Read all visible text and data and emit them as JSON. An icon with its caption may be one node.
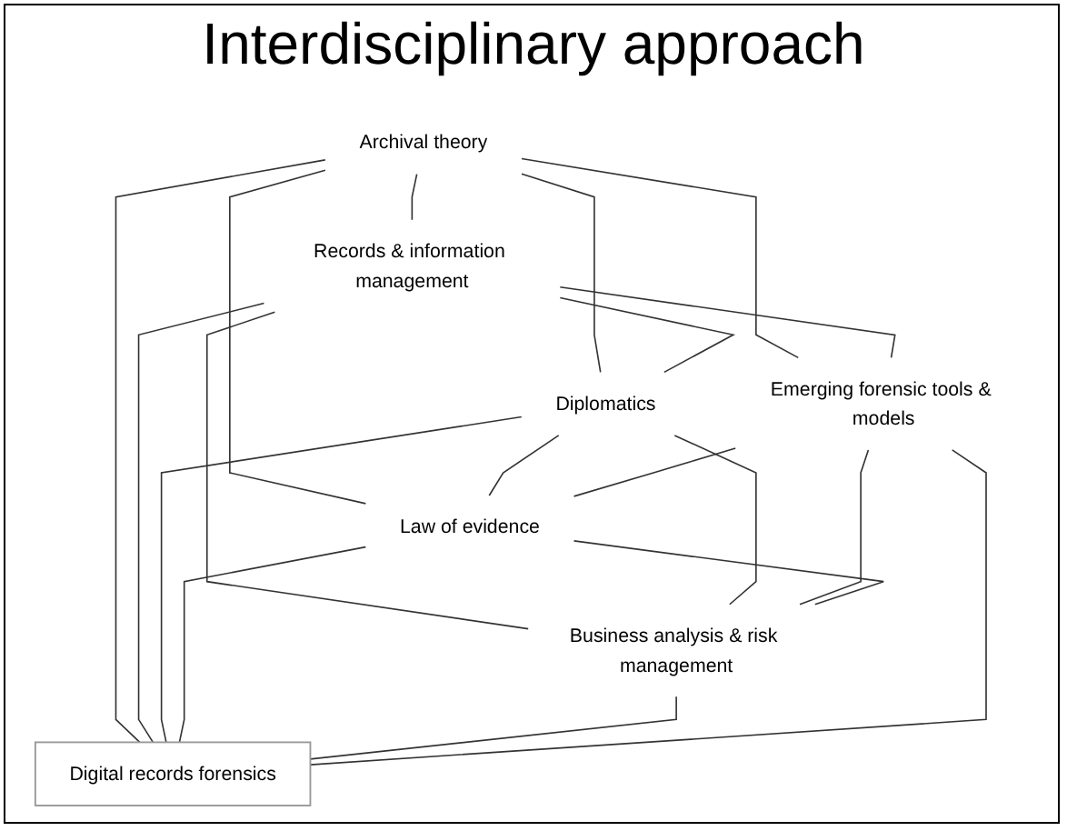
{
  "diagram": {
    "title": "Interdisciplinary approach",
    "nodes": [
      {
        "text": [
          "Archival theory"
        ]
      },
      {
        "text": [
          "Records & information management"
        ]
      },
      {
        "text": [
          "Diplomatics"
        ]
      },
      {
        "text": [
          "Digital records forensics"
        ]
      },
      {
        "text": [
          "Emerging forensic tools & models"
        ]
      },
      {
        "text": [
          "Law of evidence"
        ]
      },
      {
        "text": [
          "Business analysis & risk management"
        ]
      }
    ],
    "edges": [
      {
        "from": 0,
        "to": 1,
        "arrow": "none"
      },
      {
        "from": 0,
        "to": 2,
        "arrow": "none"
      },
      {
        "from": 0,
        "to": 5,
        "arrow": "none"
      },
      {
        "from": 0,
        "to": 4,
        "arrow": "none"
      },
      {
        "from": 0,
        "to": 3,
        "arrow": "none"
      },
      {
        "from": 1,
        "to": 4,
        "arrow": "none"
      },
      {
        "from": 1,
        "to": 2,
        "arrow": "none"
      },
      {
        "from": 1,
        "to": 6,
        "arrow": "none"
      },
      {
        "from": 1,
        "to": 3,
        "arrow": "none"
      },
      {
        "from": 2,
        "to": 3,
        "arrow": "none"
      },
      {
        "from": 3,
        "to": 4,
        "arrow": "none"
      },
      {
        "from": 2,
        "to": 5,
        "arrow": "none"
      },
      {
        "from": 2,
        "to": 6,
        "arrow": "none"
      },
      {
        "from": 4,
        "to": 6,
        "arrow": "none"
      },
      {
        "from": 4,
        "to": 5,
        "arrow": "none"
      },
      {
        "from": 5,
        "to": 3,
        "arrow": "none"
      },
      {
        "from": 6,
        "to": 3,
        "arrow": "none"
      },
      {
        "from": 5,
        "to": 6,
        "arrow": "none"
      }
    ]
  }
}
